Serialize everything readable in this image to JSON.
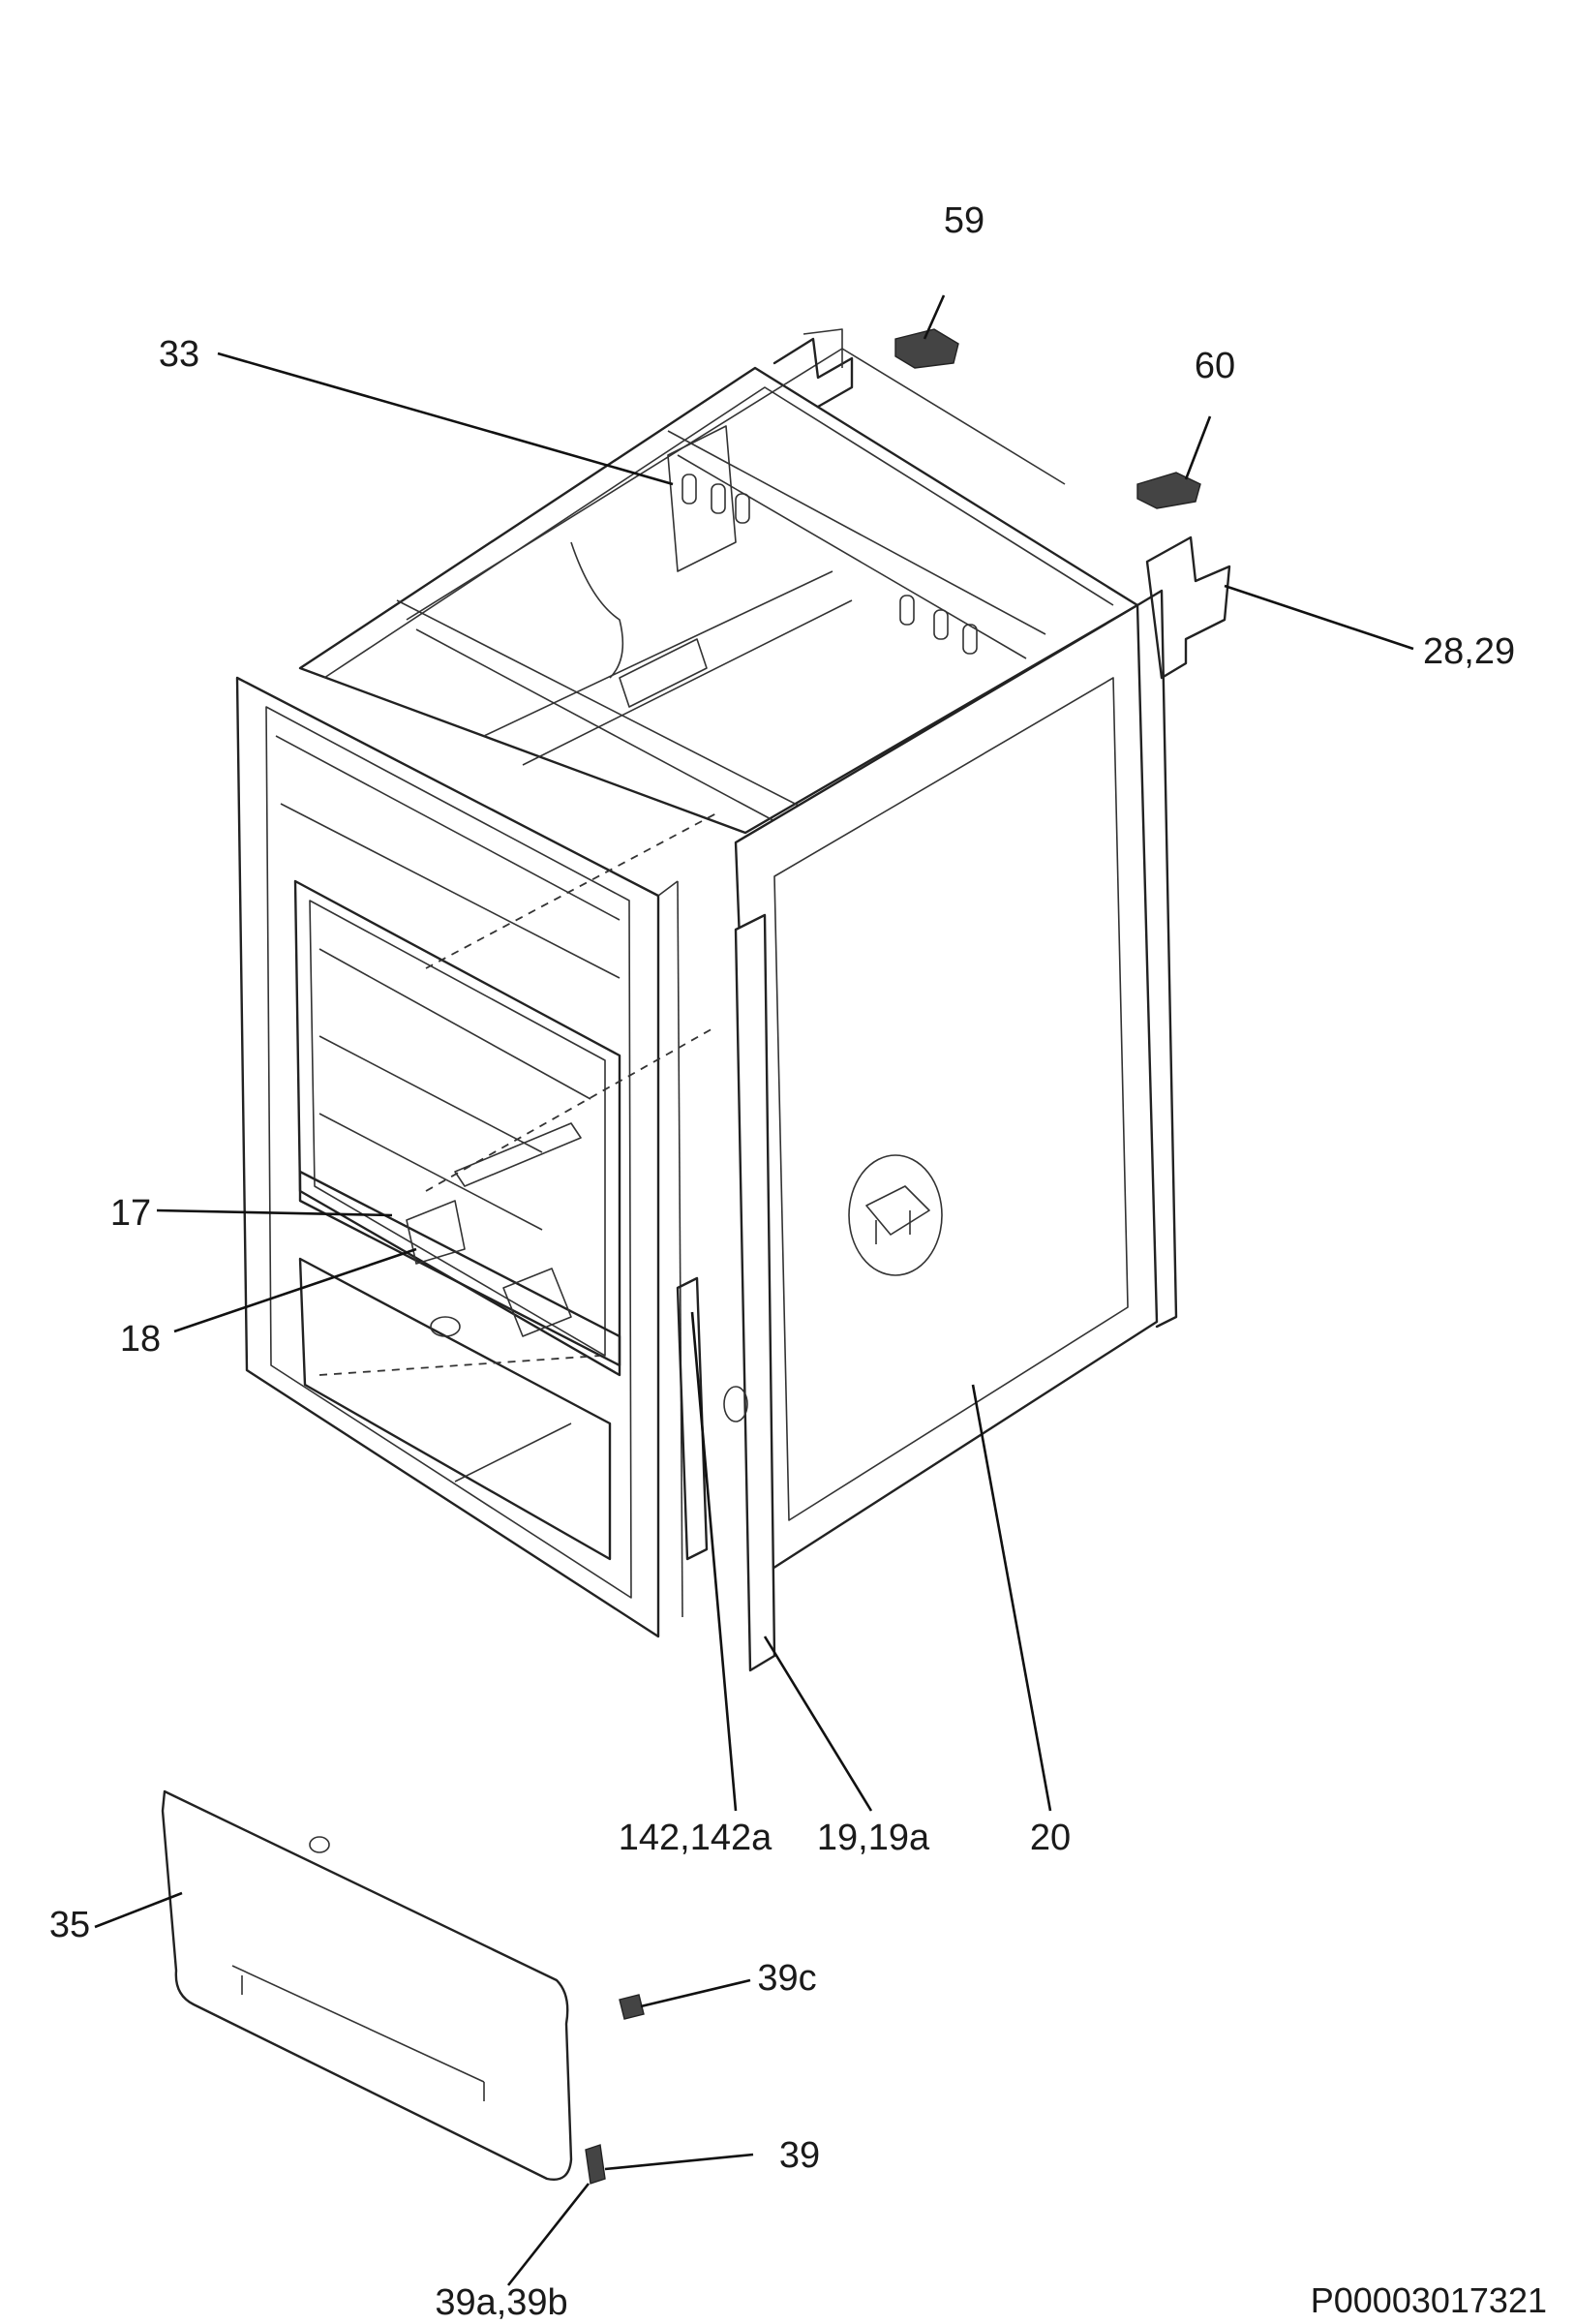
{
  "callouts": {
    "p59": "59",
    "p33": "33",
    "p60": "60",
    "p28_29": "28,29",
    "p17": "17",
    "p18": "18",
    "p142": "142,142a",
    "p19": "19,19a",
    "p20": "20",
    "p35": "35",
    "p39c": "39c",
    "p39": "39",
    "p39ab": "39a,39b"
  },
  "document_id": "P00003017321",
  "colors": {
    "line": "#222222",
    "background": "#ffffff"
  }
}
